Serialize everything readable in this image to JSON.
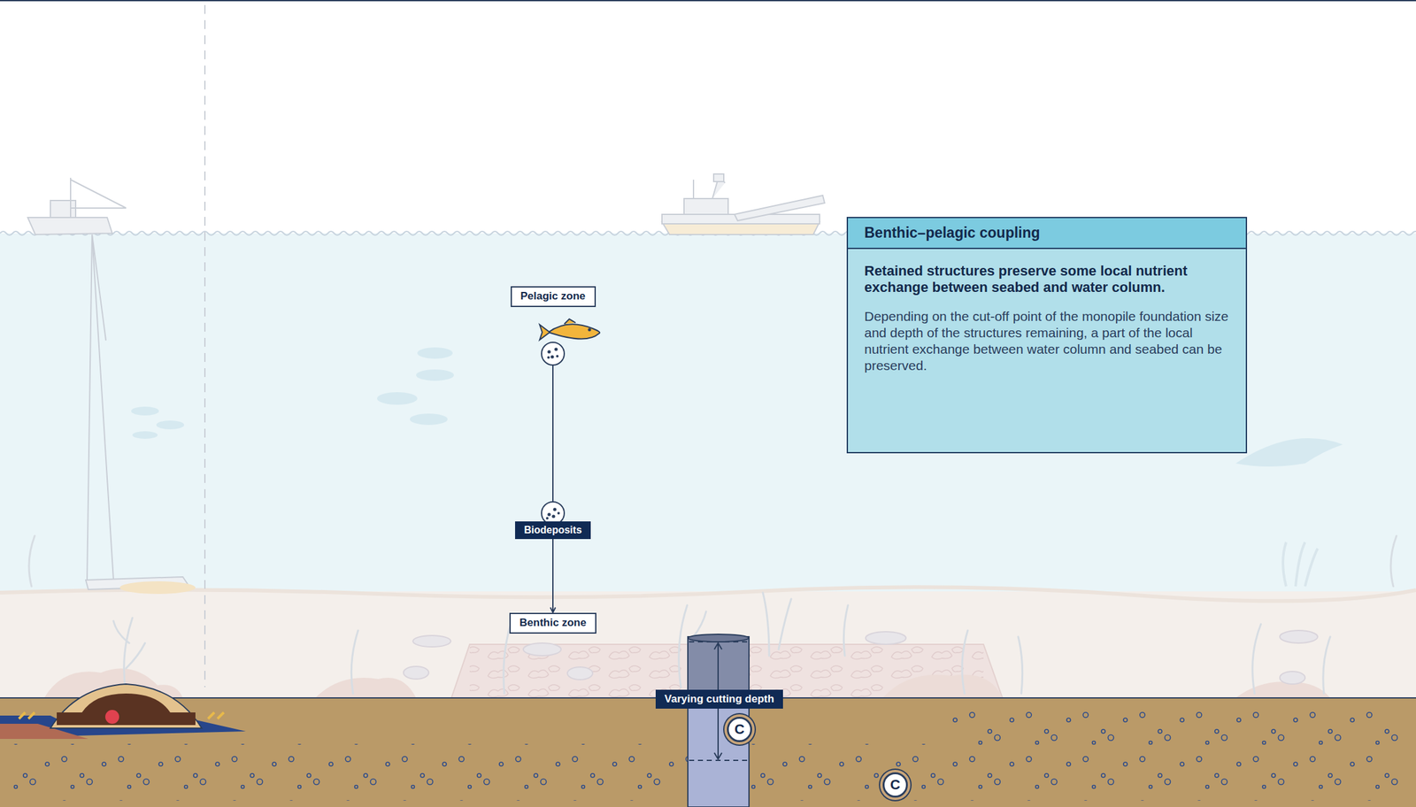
{
  "diagram": {
    "nodes": [
      {
        "text": [
          "Benthic–pelagic coupling",
          "Retained structures preserve some local nutrient exchange between seabed and water column.",
          "Depending on the cut-off point of the monopile foundation size and depth of the structures remaining, a part of the local nutrient exchange between water column and seabed can be preserved."
        ]
      },
      {
        "text": [
          "Pelagic zone"
        ]
      },
      {
        "text": [
          "Biodeposits"
        ]
      },
      {
        "text": [
          "Benthic zone"
        ]
      },
      {
        "text": [
          "Varying cutting depth"
        ]
      },
      {
        "text": [
          "C"
        ]
      },
      {
        "text": [
          "C"
        ]
      }
    ],
    "edges": [
      {
        "from": 2,
        "to": 3,
        "arrow": "to"
      }
    ]
  }
}
